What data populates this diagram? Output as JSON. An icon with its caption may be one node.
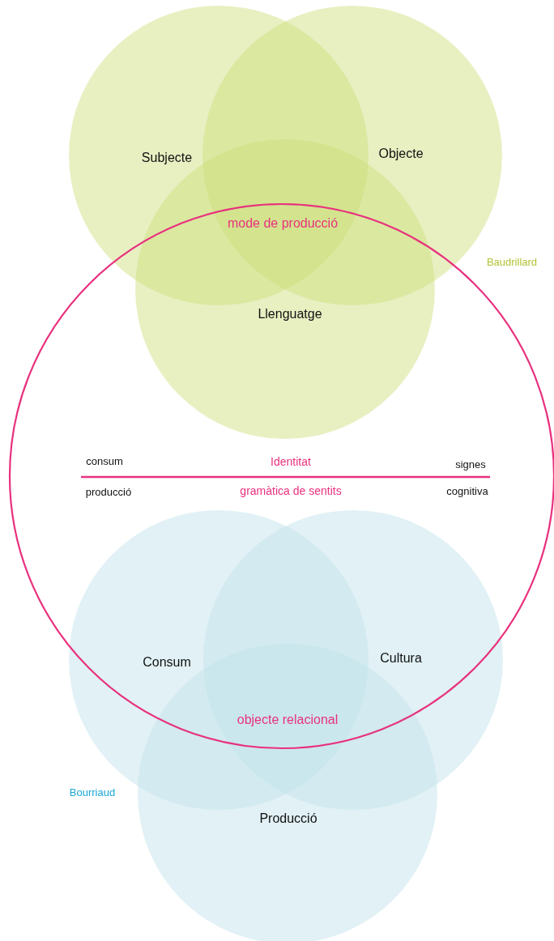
{
  "diagram": {
    "nodes": [
      {
        "text": [
          "Subjecte"
        ]
      },
      {
        "text": [
          "Objecte"
        ]
      },
      {
        "text": [
          "Llenguatge"
        ]
      },
      {
        "text": [
          "Identitat",
          "gramàtica de sentits"
        ]
      },
      {
        "text": [
          "Consum"
        ]
      },
      {
        "text": [
          "Cultura"
        ]
      },
      {
        "text": [
          "Producció"
        ]
      }
    ],
    "edges": [],
    "labels": [
      "mode de producció",
      "Baudrillard",
      "consum",
      "signes",
      "producció",
      "cognitiva",
      "objecte relacional",
      "Bourriaud"
    ]
  }
}
